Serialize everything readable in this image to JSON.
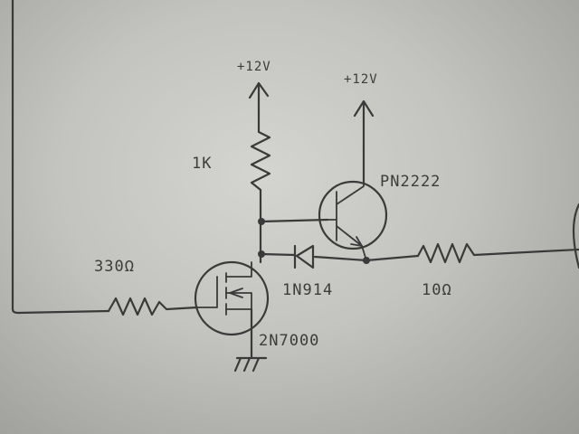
{
  "labels": {
    "supply_left": "+12V",
    "supply_right": "+12V",
    "r1": "1K",
    "transistor": "PN2222",
    "r_gate": "330Ω",
    "diode": "1N914",
    "r_out": "10Ω",
    "mosfet": "2N7000"
  }
}
